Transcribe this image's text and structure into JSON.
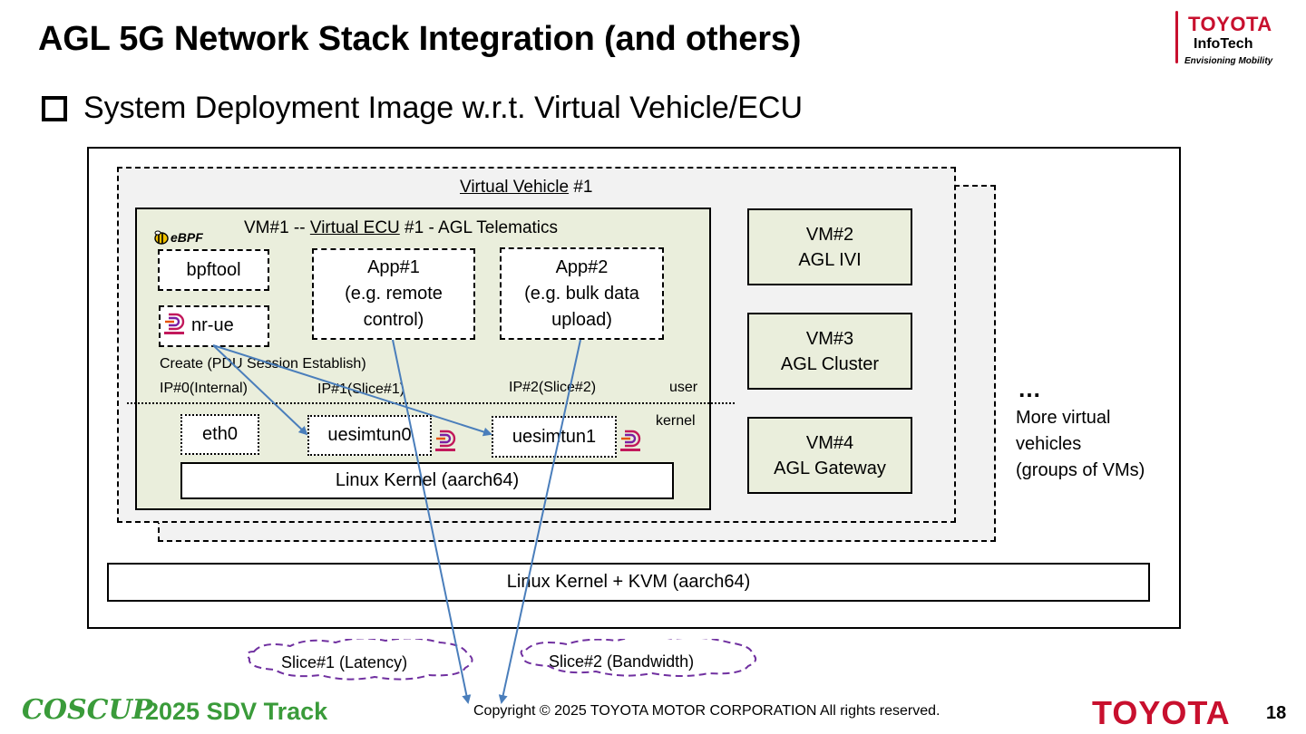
{
  "header": {
    "title": "AGL 5G Network Stack Integration (and others)",
    "subtitle": "System Deployment Image w.r.t. Virtual Vehicle/ECU"
  },
  "logo": {
    "line1": "TOYOTA",
    "line2": "InfoTech",
    "tagline": "Envisioning Mobility"
  },
  "diagram": {
    "virtual_vehicle": {
      "underlined": "Virtual Vehicle",
      "suffix": " #1"
    },
    "vm1": {
      "prefix": "VM#1 -- ",
      "underlined": "Virtual ECU",
      "suffix": " #1  - AGL Telematics",
      "ebpf": "eBPF"
    },
    "bpftool": "bpftool",
    "nr_ue": "nr-ue",
    "app1": [
      "App#1",
      "(e.g. remote",
      "control)"
    ],
    "app2": [
      "App#2",
      "(e.g. bulk data",
      "upload)"
    ],
    "create_label": "Create (PDU Session Establish)",
    "ip0": "IP#0(Internal)",
    "ip1": "IP#1(Slice#1)",
    "ip2": "IP#2(Slice#2)",
    "user_label": "user",
    "kernel_label": "kernel",
    "eth0": "eth0",
    "uesimtun0": "uesimtun0",
    "uesimtun1": "uesimtun1",
    "vm1_kernel": "Linux Kernel (aarch64)",
    "vm2": [
      "VM#2",
      "AGL IVI"
    ],
    "vm3": [
      "VM#3",
      "AGL Cluster"
    ],
    "vm4": [
      "VM#4",
      "AGL Gateway"
    ],
    "more": {
      "dots": "…",
      "lines": [
        "More virtual",
        "vehicles",
        "(groups of VMs)"
      ]
    },
    "host_kernel": "Linux Kernel + KVM (aarch64)",
    "slice1": "Slice#1 (Latency)",
    "slice2": "Slice#2 (Bandwidth)"
  },
  "footer": {
    "coscup": "COSCUP",
    "track": "2025 SDV Track",
    "copyright": "Copyright ©  2025 TOYOTA MOTOR CORPORATION All rights reserved.",
    "brand": "TOYOTA",
    "page": "18"
  },
  "colors": {
    "vm_fill": "#eaeedc",
    "vv_fill": "#f2f2f2",
    "arrow": "#4a7ebb",
    "cloud": "#7030a0",
    "toyota_red": "#c8102e",
    "coscup_green": "#3a9b3a"
  }
}
